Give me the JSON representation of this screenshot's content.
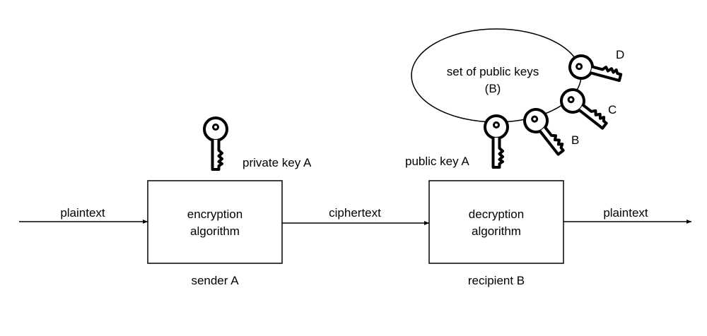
{
  "colors": {
    "stroke": "#000000",
    "background": "#ffffff"
  },
  "input": {
    "label": "plaintext"
  },
  "sender_box": {
    "line1": "encryption",
    "line2": "algorithm",
    "caption": "sender A"
  },
  "private_key": {
    "label": "private key A",
    "icon": "key-icon"
  },
  "channel": {
    "label": "ciphertext"
  },
  "recipient_box": {
    "line1": "decryption",
    "line2": "algorithm",
    "caption": "recipient B"
  },
  "public_key": {
    "label": "public key A",
    "icon": "key-icon"
  },
  "keyring": {
    "line1": "set of public keys",
    "line2": "(B)",
    "keys": [
      {
        "label": "B",
        "icon": "key-icon"
      },
      {
        "label": "C",
        "icon": "key-icon"
      },
      {
        "label": "D",
        "icon": "key-icon"
      }
    ]
  },
  "output": {
    "label": "plaintext"
  }
}
